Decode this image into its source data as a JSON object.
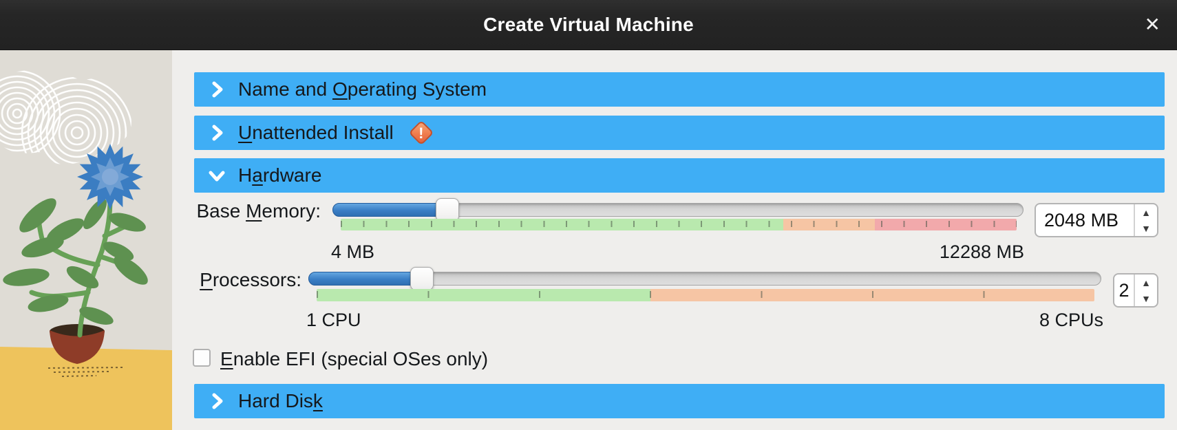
{
  "window": {
    "title": "Create Virtual Machine",
    "close_glyph": "✕"
  },
  "sidebar": {
    "alt": "Decorative illustration of a blue flower in a brown pot on yellow ground with white swirl clouds"
  },
  "sections": {
    "name_os": {
      "pre": "Name and ",
      "mn": "O",
      "post": "perating System",
      "state": "collapsed"
    },
    "unattended": {
      "pre": "",
      "mn": "U",
      "post": "nattended Install",
      "state": "collapsed",
      "has_warning": true
    },
    "hardware": {
      "pre": "H",
      "mn": "a",
      "post": "rdware",
      "state": "expanded"
    },
    "hard_disk": {
      "pre": "Hard Dis",
      "mn": "k",
      "post": "",
      "state": "collapsed"
    }
  },
  "hardware_panel": {
    "base_memory": {
      "label_pre": "Base ",
      "label_mn": "M",
      "label_post": "emory:",
      "value": "2048 MB",
      "value_mb": 2048,
      "min_mb": 4,
      "max_mb": 12288,
      "min_label": "4 MB",
      "max_label": "12288 MB"
    },
    "processors": {
      "label_pre": "",
      "label_mn": "P",
      "label_post": "rocessors:",
      "value": "2",
      "value_num": 2,
      "min": 1,
      "max": 8,
      "min_label": "1 CPU",
      "max_label": "8 CPUs"
    },
    "efi": {
      "label_pre": "",
      "label_mn": "E",
      "label_post": "nable EFI (special OSes only)",
      "checked": false
    }
  },
  "glyphs": {
    "spin_up": "▲",
    "spin_down": "▼",
    "warning": "!"
  },
  "colors": {
    "header_blue": "#3faef5",
    "slider_fill_blue": "#3a7ec5",
    "scale_green": "#b9e9ae",
    "scale_orange": "#f6c5a4",
    "scale_red": "#f2a9ab",
    "ground_yellow": "#eec35c",
    "flower_blue": "#3b7dc2",
    "warning_orange": "#ef7c4e"
  }
}
